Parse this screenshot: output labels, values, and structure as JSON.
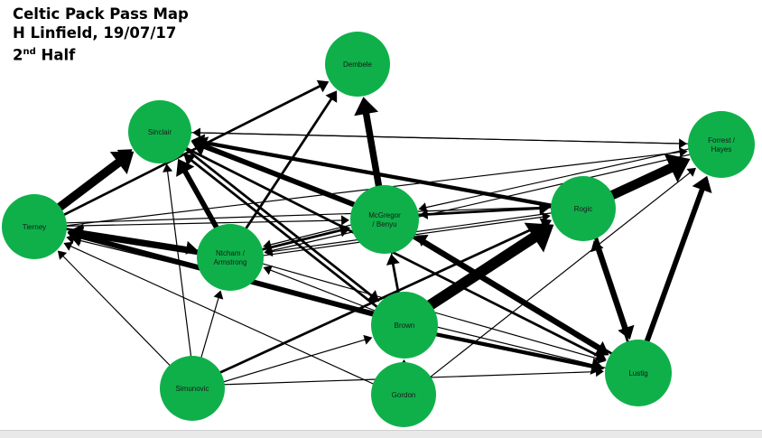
{
  "title": {
    "line1": "Celtic Pack Pass Map",
    "line2": "H Linfield, 19/07/17",
    "line3_number": "2",
    "line3_suffix": "nd",
    "line3_word": "Half"
  },
  "colors": {
    "node_fill": "#0fb04a",
    "edge": "#000000",
    "background": "#ffffff"
  },
  "players": [
    {
      "id": "dembele",
      "lines": [
        "Dembele"
      ]
    },
    {
      "id": "sinclair",
      "lines": [
        "Sinclair"
      ]
    },
    {
      "id": "forrest",
      "lines": [
        "Forrest /",
        "Hayes"
      ]
    },
    {
      "id": "tierney",
      "lines": [
        "Tierney"
      ]
    },
    {
      "id": "mcgregor",
      "lines": [
        "McGregor",
        "/ Benyu"
      ]
    },
    {
      "id": "rogic",
      "lines": [
        "Rogic"
      ]
    },
    {
      "id": "ntcham",
      "lines": [
        "Ntcham /",
        "Armstrong"
      ]
    },
    {
      "id": "brown",
      "lines": [
        "Brown"
      ]
    },
    {
      "id": "lustig",
      "lines": [
        "Lustig"
      ]
    },
    {
      "id": "simunovic",
      "lines": [
        "Simunovic"
      ]
    },
    {
      "id": "gordon",
      "lines": [
        "Gordon"
      ]
    }
  ],
  "passes": [
    {
      "from": "tierney",
      "to": "sinclair",
      "weight": 3
    },
    {
      "from": "tierney",
      "to": "sinclair",
      "weight": 6
    },
    {
      "from": "tierney",
      "to": "dembele",
      "weight": 2
    },
    {
      "from": "tierney",
      "to": "ntcham",
      "weight": 2
    },
    {
      "from": "tierney",
      "to": "mcgregor",
      "weight": 1
    },
    {
      "from": "tierney",
      "to": "forrest",
      "weight": 1
    },
    {
      "from": "tierney",
      "to": "rogic",
      "weight": 1
    },
    {
      "from": "sinclair",
      "to": "forrest",
      "weight": 1
    },
    {
      "from": "sinclair",
      "to": "lustig",
      "weight": 2
    },
    {
      "from": "sinclair",
      "to": "brown",
      "weight": 2
    },
    {
      "from": "ntcham",
      "to": "tierney",
      "weight": 4
    },
    {
      "from": "ntcham",
      "to": "sinclair",
      "weight": 4
    },
    {
      "from": "ntcham",
      "to": "dembele",
      "weight": 2
    },
    {
      "from": "ntcham",
      "to": "mcgregor",
      "weight": 2
    },
    {
      "from": "ntcham",
      "to": "rogic",
      "weight": 1
    },
    {
      "from": "ntcham",
      "to": "lustig",
      "weight": 1
    },
    {
      "from": "mcgregor",
      "to": "dembele",
      "weight": 5
    },
    {
      "from": "mcgregor",
      "to": "sinclair",
      "weight": 4
    },
    {
      "from": "mcgregor",
      "to": "rogic",
      "weight": 2
    },
    {
      "from": "mcgregor",
      "to": "lustig",
      "weight": 3
    },
    {
      "from": "mcgregor",
      "to": "ntcham",
      "weight": 1
    },
    {
      "from": "rogic",
      "to": "sinclair",
      "weight": 3
    },
    {
      "from": "rogic",
      "to": "forrest",
      "weight": 7
    },
    {
      "from": "rogic",
      "to": "mcgregor",
      "weight": 1
    },
    {
      "from": "rogic",
      "to": "lustig",
      "weight": 3
    },
    {
      "from": "rogic",
      "to": "ntcham",
      "weight": 1
    },
    {
      "from": "forrest",
      "to": "mcgregor",
      "weight": 1
    },
    {
      "from": "forrest",
      "to": "ntcham",
      "weight": 1
    },
    {
      "from": "forrest",
      "to": "sinclair",
      "weight": 1
    },
    {
      "from": "brown",
      "to": "tierney",
      "weight": 4
    },
    {
      "from": "brown",
      "to": "rogic",
      "weight": 8
    },
    {
      "from": "brown",
      "to": "mcgregor",
      "weight": 2
    },
    {
      "from": "brown",
      "to": "lustig",
      "weight": 3
    },
    {
      "from": "brown",
      "to": "sinclair",
      "weight": 2
    },
    {
      "from": "brown",
      "to": "dembele",
      "weight": 1
    },
    {
      "from": "brown",
      "to": "ntcham",
      "weight": 1
    },
    {
      "from": "lustig",
      "to": "forrest",
      "weight": 4
    },
    {
      "from": "lustig",
      "to": "rogic",
      "weight": 2
    },
    {
      "from": "lustig",
      "to": "mcgregor",
      "weight": 2
    },
    {
      "from": "lustig",
      "to": "tierney",
      "weight": 1
    },
    {
      "from": "simunovic",
      "to": "ntcham",
      "weight": 1
    },
    {
      "from": "simunovic",
      "to": "sinclair",
      "weight": 1
    },
    {
      "from": "simunovic",
      "to": "rogic",
      "weight": 2
    },
    {
      "from": "simunovic",
      "to": "tierney",
      "weight": 1
    },
    {
      "from": "simunovic",
      "to": "brown",
      "weight": 1
    },
    {
      "from": "simunovic",
      "to": "lustig",
      "weight": 1
    },
    {
      "from": "gordon",
      "to": "brown",
      "weight": 1
    },
    {
      "from": "gordon",
      "to": "forrest",
      "weight": 1
    },
    {
      "from": "gordon",
      "to": "tierney",
      "weight": 1
    }
  ]
}
